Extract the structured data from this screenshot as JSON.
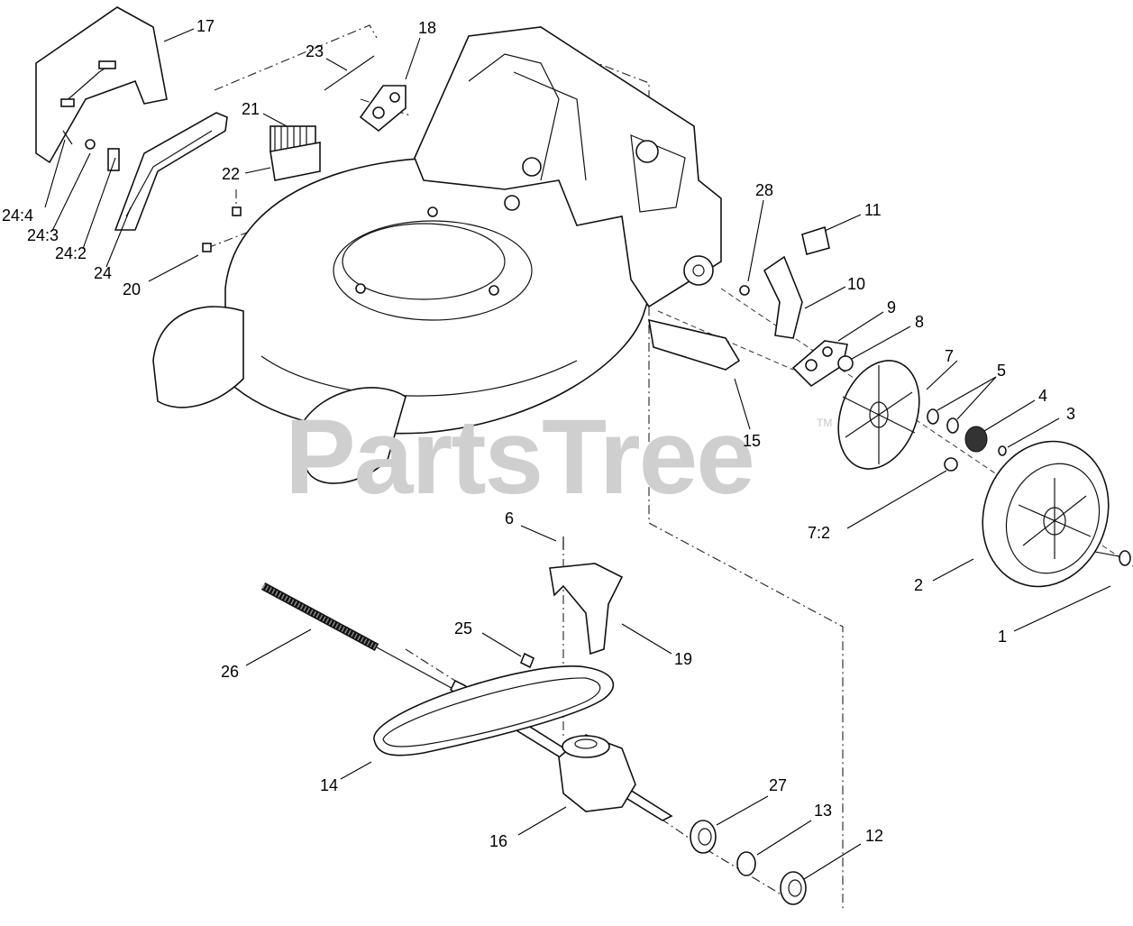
{
  "watermark": {
    "text": "PartsTree",
    "trademark": "TM"
  },
  "callouts": [
    {
      "id": "17",
      "label": "17"
    },
    {
      "id": "18",
      "label": "18"
    },
    {
      "id": "23",
      "label": "23"
    },
    {
      "id": "21",
      "label": "21"
    },
    {
      "id": "22",
      "label": "22"
    },
    {
      "id": "24-4",
      "label": "24:4"
    },
    {
      "id": "24-3",
      "label": "24:3"
    },
    {
      "id": "24-2",
      "label": "24:2"
    },
    {
      "id": "24",
      "label": "24"
    },
    {
      "id": "20",
      "label": "20"
    },
    {
      "id": "28",
      "label": "28"
    },
    {
      "id": "11",
      "label": "11"
    },
    {
      "id": "10",
      "label": "10"
    },
    {
      "id": "9",
      "label": "9"
    },
    {
      "id": "8",
      "label": "8"
    },
    {
      "id": "7",
      "label": "7"
    },
    {
      "id": "5",
      "label": "5"
    },
    {
      "id": "4",
      "label": "4"
    },
    {
      "id": "3",
      "label": "3"
    },
    {
      "id": "15",
      "label": "15"
    },
    {
      "id": "7-2",
      "label": "7:2"
    },
    {
      "id": "2",
      "label": "2"
    },
    {
      "id": "1",
      "label": "1"
    },
    {
      "id": "6",
      "label": "6"
    },
    {
      "id": "19",
      "label": "19"
    },
    {
      "id": "25",
      "label": "25"
    },
    {
      "id": "26",
      "label": "26"
    },
    {
      "id": "14",
      "label": "14"
    },
    {
      "id": "27",
      "label": "27"
    },
    {
      "id": "16",
      "label": "16"
    },
    {
      "id": "13",
      "label": "13"
    },
    {
      "id": "12",
      "label": "12"
    }
  ]
}
